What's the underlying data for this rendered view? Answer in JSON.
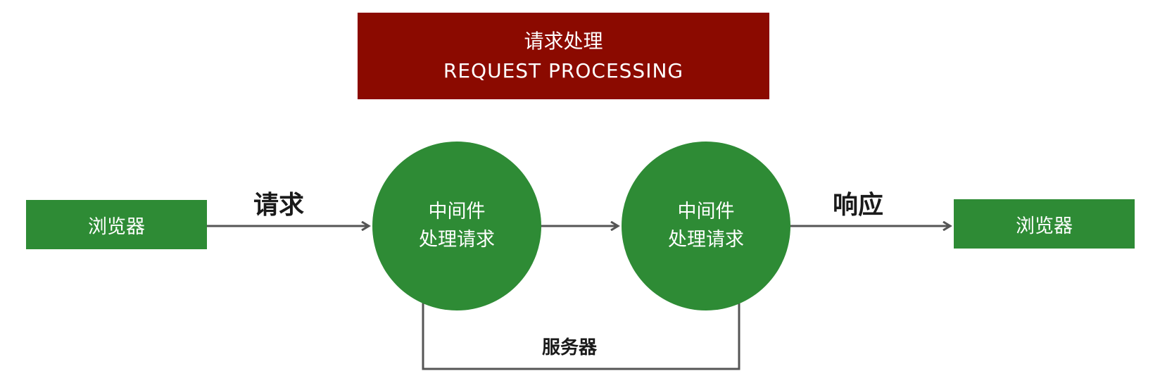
{
  "title": {
    "line1": "请求处理",
    "line2": "REQUEST PROCESSING",
    "color": "#8b0a00"
  },
  "nodes": {
    "browser_left": "浏览器",
    "browser_right": "浏览器",
    "middleware_1": {
      "line1": "中间件",
      "line2": "处理请求"
    },
    "middleware_2": {
      "line1": "中间件",
      "line2": "处理请求"
    },
    "node_color": "#2e8b35"
  },
  "edges": {
    "request_label": "请求",
    "response_label": "响应",
    "server_label": "服务器",
    "line_color": "#555555"
  }
}
